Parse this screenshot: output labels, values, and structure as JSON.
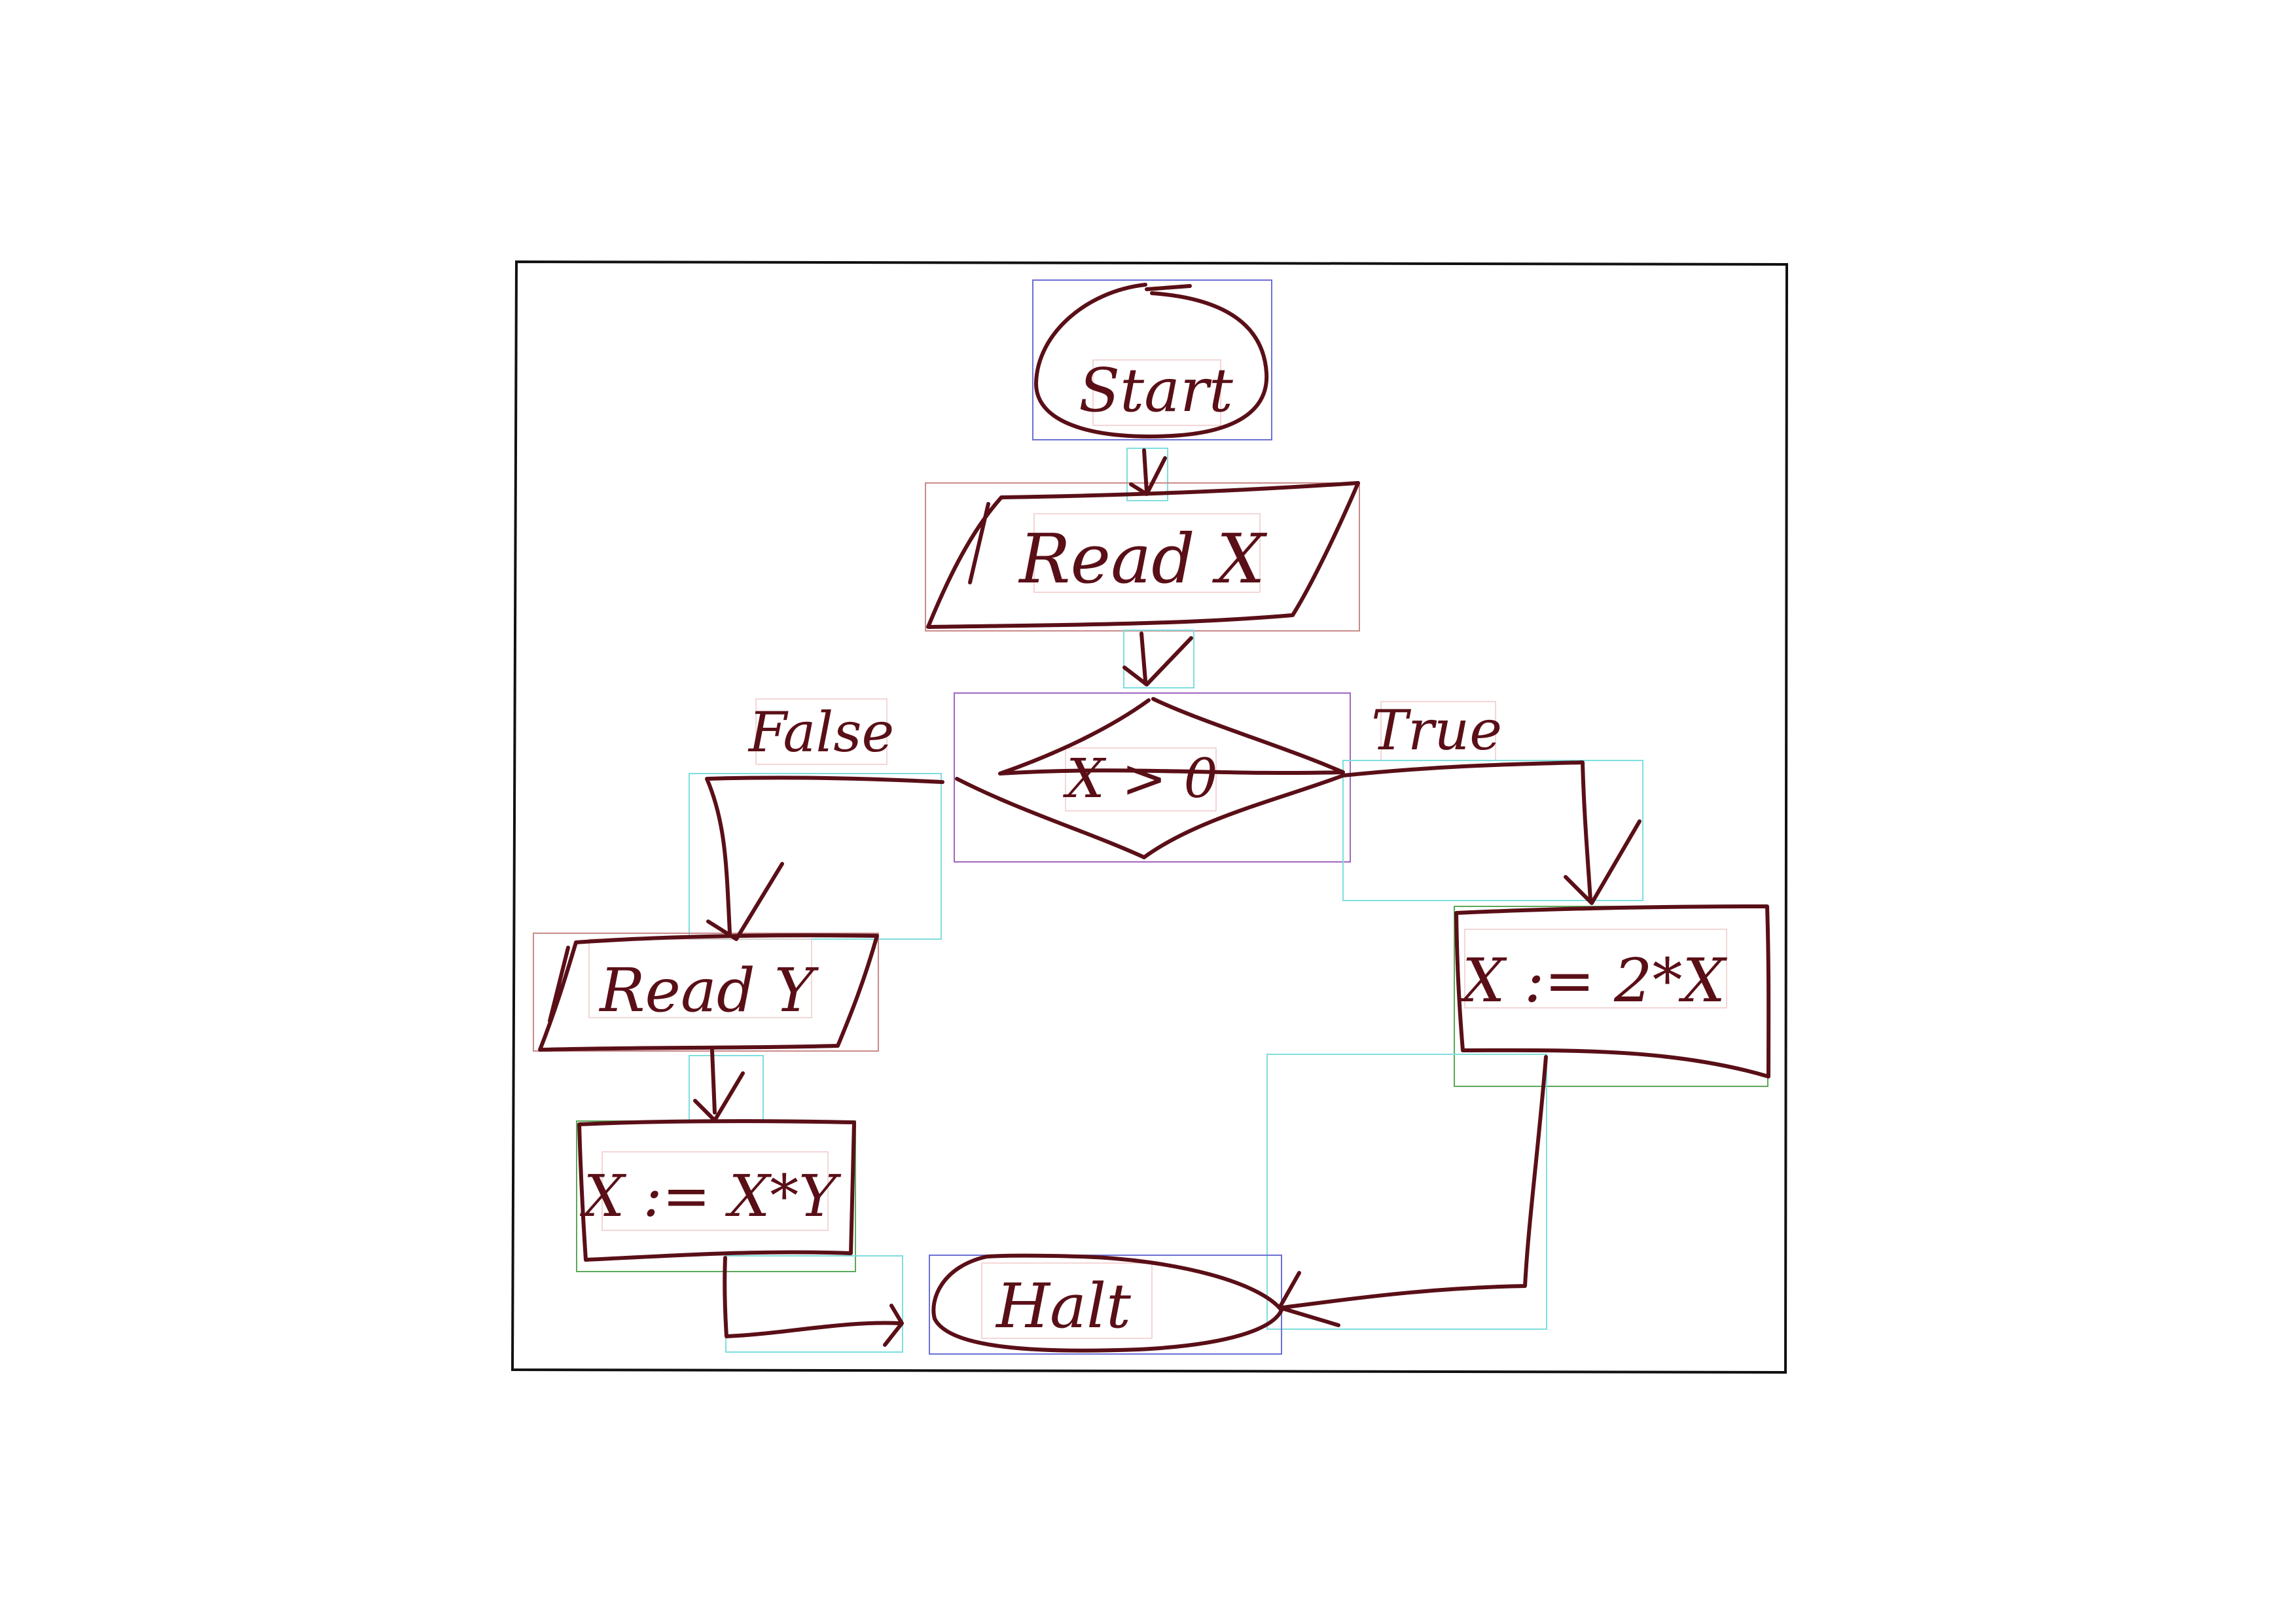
{
  "flowchart": {
    "nodes": [
      {
        "id": "start",
        "shape": "terminator",
        "label": "Start"
      },
      {
        "id": "read_x",
        "shape": "input-output",
        "label": "Read X"
      },
      {
        "id": "decision",
        "shape": "decision",
        "label": "X > 0"
      },
      {
        "id": "read_y",
        "shape": "input-output",
        "label": "Read Y"
      },
      {
        "id": "assign_true",
        "shape": "process",
        "label": "X := 2*X"
      },
      {
        "id": "assign_false",
        "shape": "process",
        "label": "X := X*Y"
      },
      {
        "id": "halt",
        "shape": "terminator",
        "label": "Halt"
      }
    ],
    "edges": [
      {
        "from": "start",
        "to": "read_x",
        "label": ""
      },
      {
        "from": "read_x",
        "to": "decision",
        "label": ""
      },
      {
        "from": "decision",
        "to": "read_y",
        "label": "False"
      },
      {
        "from": "decision",
        "to": "assign_true",
        "label": "True"
      },
      {
        "from": "read_y",
        "to": "assign_false",
        "label": ""
      },
      {
        "from": "assign_false",
        "to": "halt",
        "label": ""
      },
      {
        "from": "assign_true",
        "to": "halt",
        "label": ""
      }
    ]
  },
  "style": {
    "ink_color": "#5a0f17",
    "frame_color": "#111111",
    "node_box_color": "#6b6fd6",
    "io_box_color": "#c98a8a",
    "decision_box_color": "#a066c0",
    "process_box_color": "#5aa85a",
    "arrow_box_color": "#7fdede"
  }
}
